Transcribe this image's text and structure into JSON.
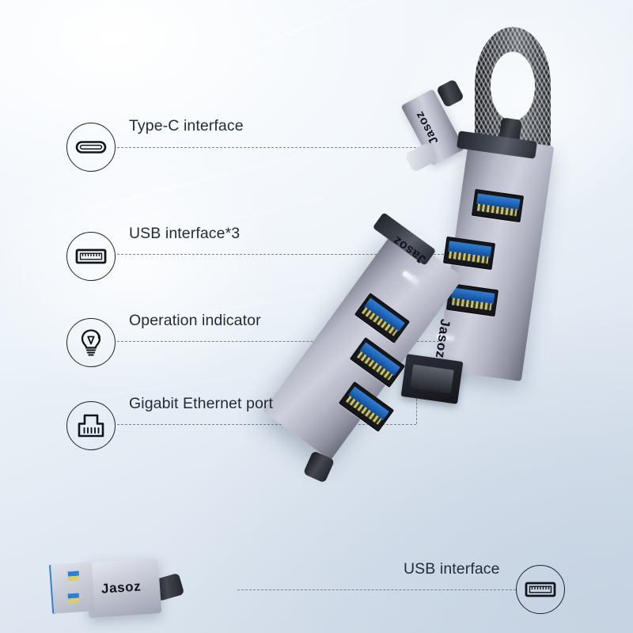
{
  "page": {
    "title": "Jasoz USB-C Hub product feature infographic",
    "background_top": "#f3f7fb",
    "background_bottom": "#ccd8e5",
    "label_color": "#222c38",
    "line_color": "#6d7c8d"
  },
  "brand": {
    "name": "Jasoz"
  },
  "callouts": [
    {
      "id": "type-c",
      "label": "Type-C interface",
      "icon": "usb-c-icon",
      "icon_side": "left"
    },
    {
      "id": "usb3",
      "label": "USB interface*3",
      "icon": "usb-a-icon",
      "icon_side": "left"
    },
    {
      "id": "led",
      "label": "Operation indicator",
      "icon": "lightbulb-icon",
      "icon_side": "left"
    },
    {
      "id": "ethernet",
      "label": "Gigabit Ethernet port",
      "icon": "rj45-icon",
      "icon_side": "left"
    },
    {
      "id": "usb-a",
      "label": "USB interface",
      "icon": "usb-a-icon",
      "icon_side": "right"
    }
  ],
  "device": {
    "body_color": "#b9bac9",
    "port_blue": "#2e7fd6",
    "cable": "braided-black",
    "usb_port_count": 3
  }
}
